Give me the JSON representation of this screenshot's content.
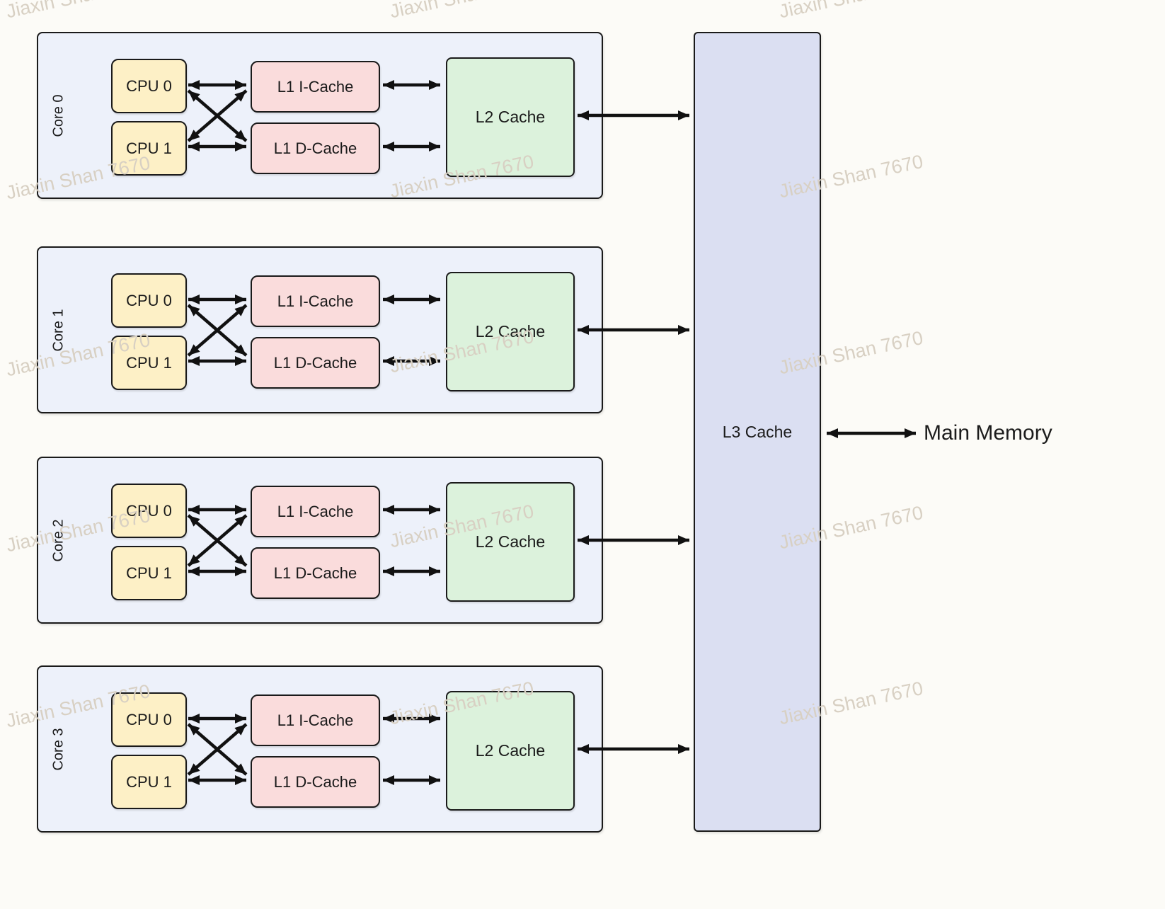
{
  "watermark": {
    "text": "Jiaxin Shan 7670",
    "color": "#d8d0c3"
  },
  "colors": {
    "background": "#fcfbf7",
    "core_fill": "#edf1fa",
    "cpu_fill": "#fdf0c6",
    "l1_fill": "#fadcdc",
    "l2_fill": "#dcf2dc",
    "l3_fill": "#dbdff2",
    "border": "#1a1a1a",
    "arrow": "#111111"
  },
  "cores": [
    {
      "label": "Core 0",
      "cpu0": "CPU 0",
      "cpu1": "CPU 1",
      "l1i": "L1 I-Cache",
      "l1d": "L1 D-Cache",
      "l2": "L2 Cache"
    },
    {
      "label": "Core 1",
      "cpu0": "CPU 0",
      "cpu1": "CPU 1",
      "l1i": "L1 I-Cache",
      "l1d": "L1 D-Cache",
      "l2": "L2 Cache"
    },
    {
      "label": "Core 2",
      "cpu0": "CPU 0",
      "cpu1": "CPU 1",
      "l1i": "L1 I-Cache",
      "l1d": "L1 D-Cache",
      "l2": "L2 Cache"
    },
    {
      "label": "Core 3",
      "cpu0": "CPU 0",
      "cpu1": "CPU 1",
      "l1i": "L1 I-Cache",
      "l1d": "L1 D-Cache",
      "l2": "L2 Cache"
    }
  ],
  "l3": {
    "label": "L3 Cache"
  },
  "main_memory": {
    "label": "Main Memory"
  }
}
